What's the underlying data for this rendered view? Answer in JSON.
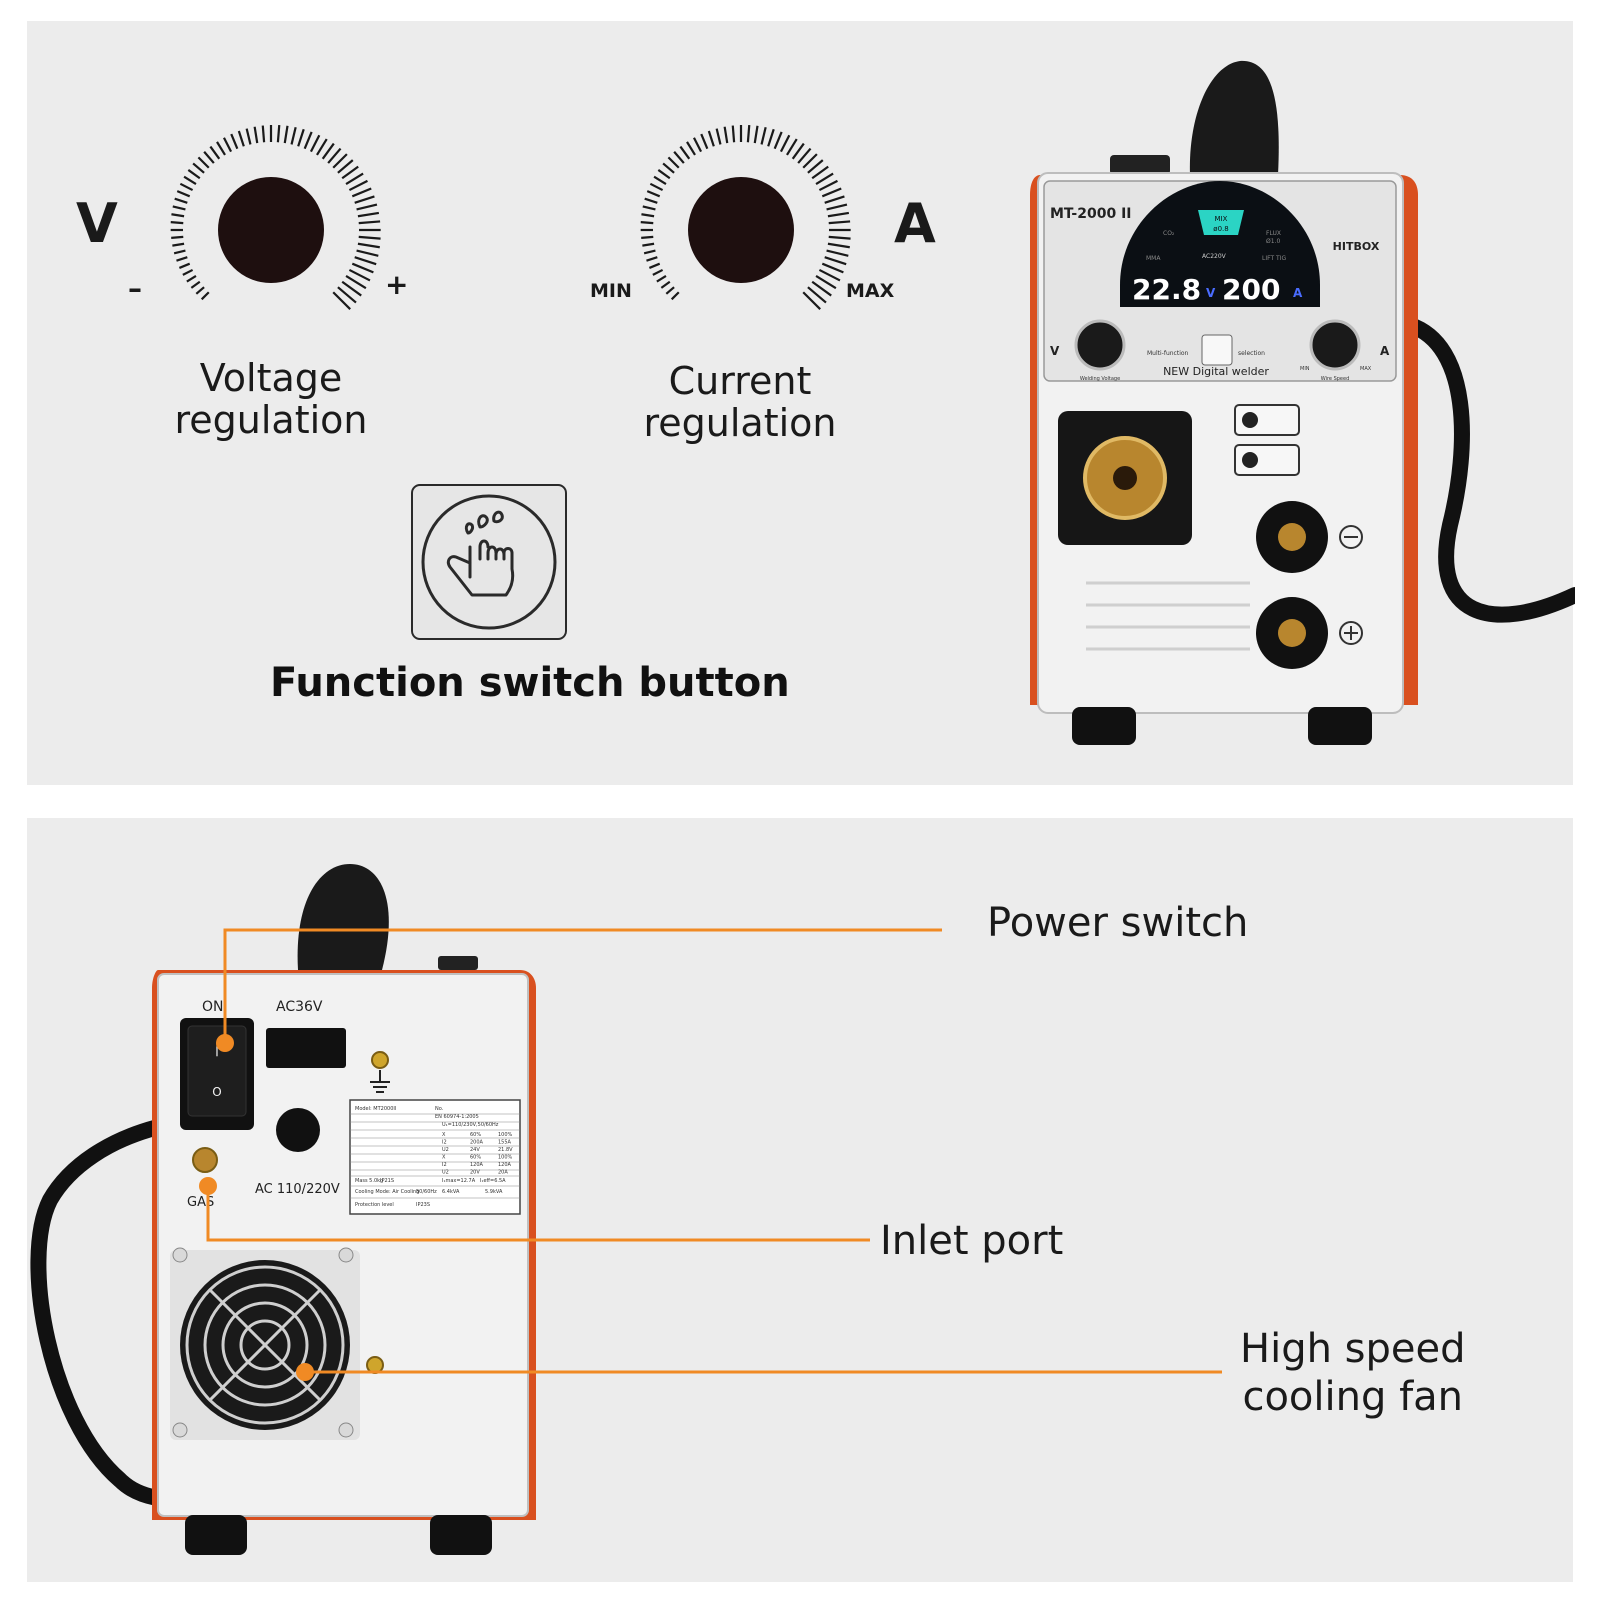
{
  "top_panel": {
    "voltage_dial": {
      "letter": "V",
      "minus": "–",
      "plus": "+",
      "caption_line1": "Voltage",
      "caption_line2": "regulation"
    },
    "current_dial": {
      "letter": "A",
      "min": "MIN",
      "max": "MAX",
      "caption_line1": "Current",
      "caption_line2": "regulation"
    },
    "function_button": {
      "label": "Function switch button",
      "icon": "finger-press-icon"
    },
    "welder_front": {
      "model": "MT-2000",
      "model_suffix": "II",
      "brand": "HITBOX",
      "display_voltage": "22.8",
      "display_voltage_unit": "V",
      "display_current": "200",
      "display_current_unit": "A",
      "display_mode": "MIX",
      "display_wire": "ø0.8",
      "display_co2": "CO₂",
      "display_flux": "FLUX",
      "display_flux_size": "Ø1.0",
      "display_lift_tig": "LIFT TIG",
      "display_mma": "MMA",
      "display_ac": "AC220V",
      "knob_left_label": "V",
      "knob_right_label": "A",
      "knob_left_caption": "Welding Voltage",
      "knob_right_caption": "Wire Speed",
      "knob_right_min": "MIN",
      "knob_right_max": "MAX",
      "multi_function": "Multi-function",
      "selection": "selection",
      "new_digital": "NEW Digital welder"
    }
  },
  "bottom_panel": {
    "callouts": {
      "power_switch": "Power switch",
      "inlet_port": "Inlet port",
      "cooling_fan_line1": "High speed",
      "cooling_fan_line2": "cooling fan"
    },
    "accent_color": "#f08a24",
    "welder_back": {
      "on_label": "ON",
      "ac36v_label": "AC36V",
      "switch_on_glyph": "|",
      "switch_off_glyph": "O",
      "ac_input_label": "AC 110/220V",
      "gas_label": "GAS",
      "rating_plate": {
        "model": "Model: MT2000II",
        "no": "No.",
        "standard": "EN 60974-1:2005",
        "supply": "U₁=110/230V,50/60Hz",
        "mass": "Mass 5.0kg",
        "ip": "IP21S",
        "cooling": "Cooling Mode: Air Cooling",
        "freq": "50/60Hz",
        "kva1": "6.4kVA",
        "kva2": "5.9kVA",
        "protection": "Protection level",
        "ip2": "IP23S",
        "imax": "I₁max=12.7A",
        "ieff": "I₁eff=6.5A",
        "rows": [
          [
            "X",
            "60%",
            "100%"
          ],
          [
            "I2",
            "200A",
            "155A"
          ],
          [
            "U2",
            "24V",
            "21.8V"
          ],
          [
            "X",
            "60%",
            "100%"
          ],
          [
            "I2",
            "120A",
            "120A"
          ],
          [
            "U2",
            "20V",
            "20A"
          ]
        ]
      }
    }
  }
}
